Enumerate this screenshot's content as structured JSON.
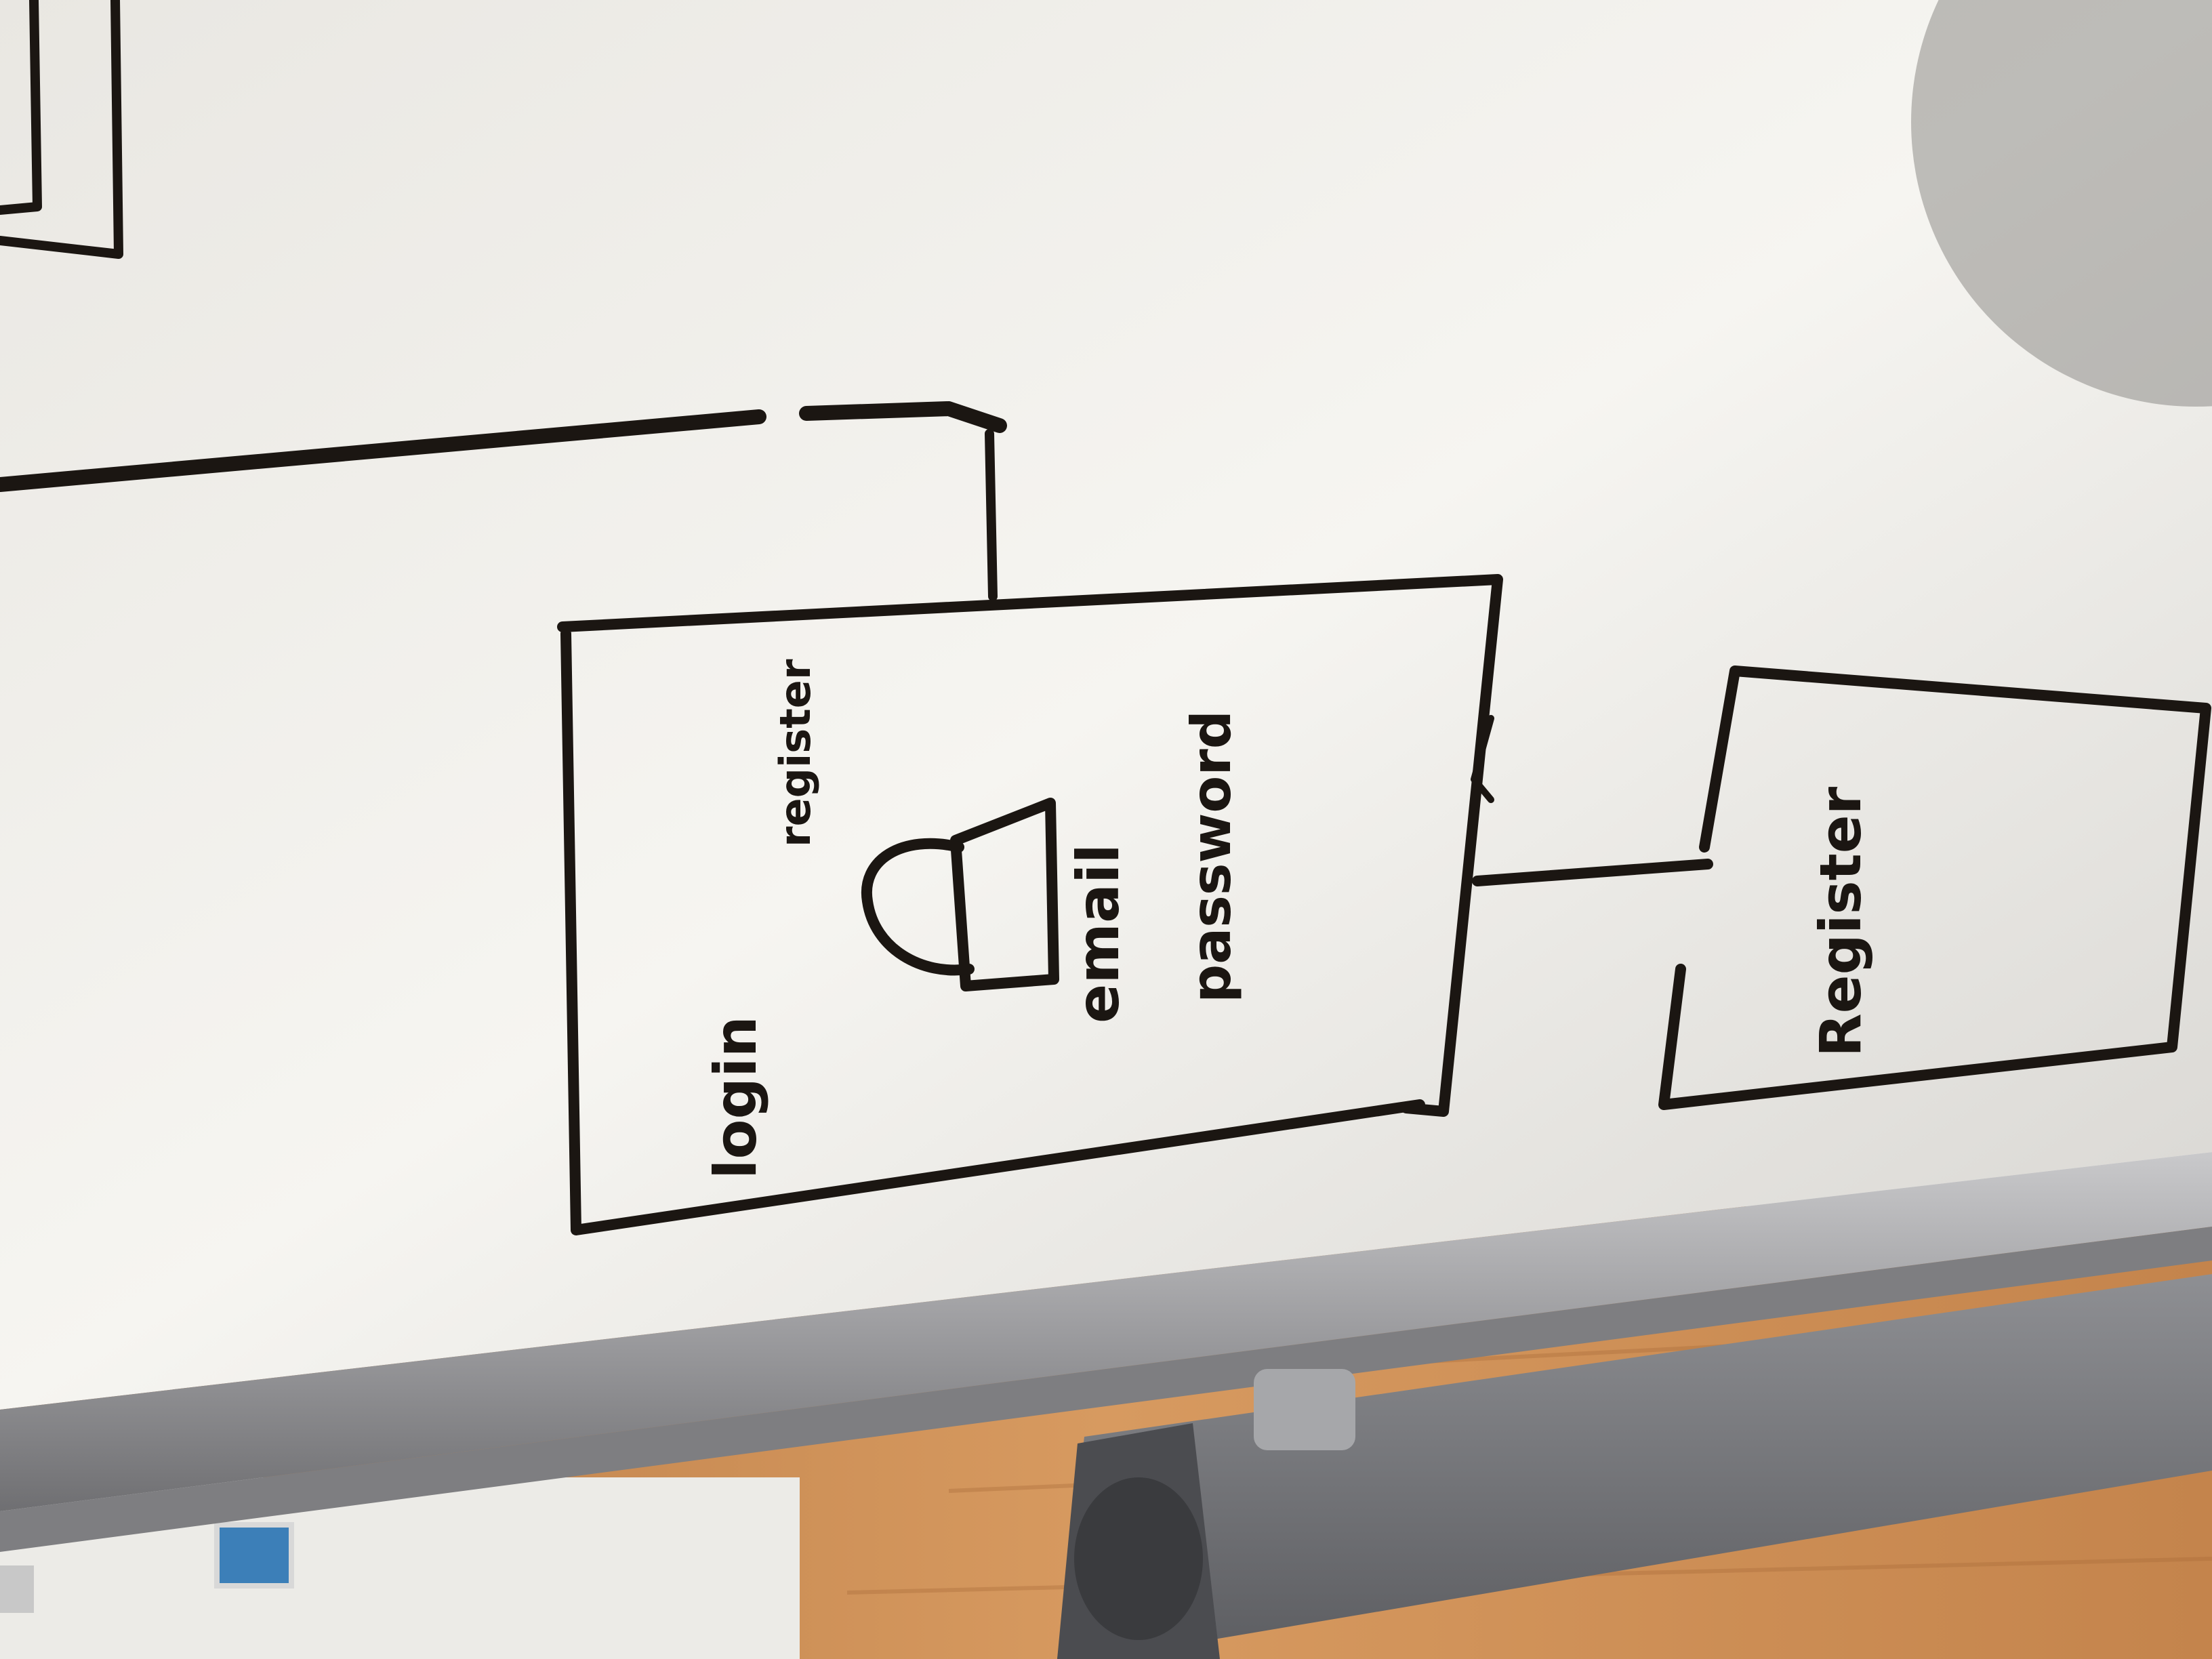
{
  "whiteboard": {
    "login_box": {
      "title": "login",
      "register_link": "register",
      "email_label": "email",
      "password_label": "password",
      "icon": "lock-icon"
    },
    "register_box": {
      "title": "Register"
    }
  },
  "colors": {
    "board": "#f5f3ef",
    "marker": "#1b1612",
    "frame": "#9a9a9c",
    "floor": "#c98b52"
  }
}
